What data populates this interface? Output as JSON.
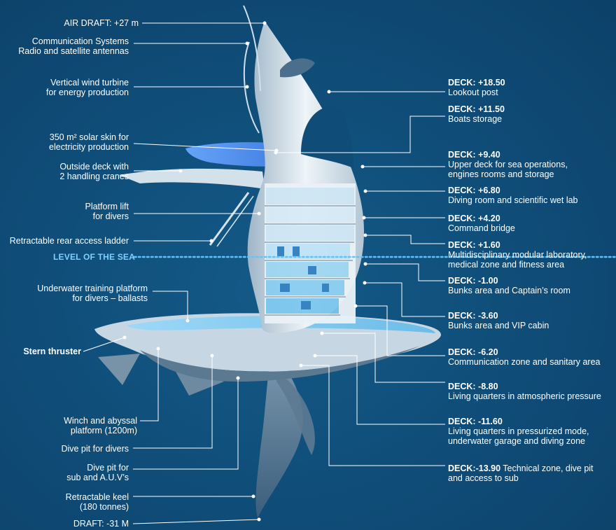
{
  "left_labels": [
    {
      "id": "air-draft",
      "lines": [
        "AIR DRAFT: +27 m"
      ]
    },
    {
      "id": "communication-systems",
      "lines": [
        "Communication Systems",
        "Radio and satellite antennas"
      ]
    },
    {
      "id": "wind-turbine",
      "lines": [
        "Vertical wind turbine",
        "for energy production"
      ]
    },
    {
      "id": "solar-skin",
      "lines": [
        "350 m² solar skin for",
        "electricity production"
      ]
    },
    {
      "id": "outside-deck",
      "lines": [
        "Outside deck with",
        "2 handling cranes"
      ]
    },
    {
      "id": "platform-lift",
      "lines": [
        "Platform lift",
        "for divers"
      ]
    },
    {
      "id": "rear-ladder",
      "lines": [
        "Retractable rear access ladder"
      ]
    },
    {
      "id": "training-platform",
      "lines": [
        "Underwater training platform",
        "for divers – ballasts"
      ]
    },
    {
      "id": "stern-thruster",
      "lines": [
        "Stern thruster"
      ]
    },
    {
      "id": "winch",
      "lines": [
        "Winch and abyssal",
        "platform (1200m)"
      ]
    },
    {
      "id": "dive-pit-divers",
      "lines": [
        "Dive pit for divers"
      ]
    },
    {
      "id": "dive-pit-sub",
      "lines": [
        "Dive pit for",
        "sub and A.U.V’s"
      ]
    },
    {
      "id": "keel",
      "lines": [
        "Retractable keel",
        "(180 tonnes)"
      ]
    },
    {
      "id": "draft",
      "lines": [
        "DRAFT: -31 M"
      ]
    }
  ],
  "sea_level_label": "LEVEL OF THE SEA",
  "decks": [
    {
      "id": "deck-18-50",
      "level": "DECK: +18.50",
      "desc": [
        "Lookout post"
      ]
    },
    {
      "id": "deck-11-50",
      "level": "DECK: +11.50",
      "desc": [
        "Boats storage"
      ]
    },
    {
      "id": "deck-9-40",
      "level": "DECK: +9.40",
      "desc": [
        "Upper deck for sea operations,",
        "engines rooms and storage"
      ]
    },
    {
      "id": "deck-6-80",
      "level": "DECK: +6.80",
      "desc": [
        "Diving room and scientific wet lab"
      ]
    },
    {
      "id": "deck-4-20",
      "level": "DECK: +4.20",
      "desc": [
        "Command bridge"
      ]
    },
    {
      "id": "deck-1-60",
      "level": "DECK: +1.60",
      "desc": [
        "Multidisciplinary modular laboratory,",
        "medical zone and fitness area"
      ]
    },
    {
      "id": "deck-m1-00",
      "level": "DECK: -1.00",
      "desc": [
        "Bunks area and Captain’s room"
      ]
    },
    {
      "id": "deck-m3-60",
      "level": "DECK: -3.60",
      "desc": [
        "Bunks area and VIP cabin"
      ]
    },
    {
      "id": "deck-m6-20",
      "level": "DECK: -6.20",
      "desc": [
        "Communication zone and sanitary area"
      ]
    },
    {
      "id": "deck-m8-80",
      "level": "DECK: -8.80",
      "desc": [
        "Living quarters in atmospheric pressure"
      ]
    },
    {
      "id": "deck-m11-60",
      "level": "DECK: -11.60",
      "desc": [
        "Living quarters in pressurized mode,",
        "underwater garage and diving zone"
      ]
    },
    {
      "id": "deck-m13-90",
      "level": "DECK:-13.90",
      "inline": " Technical zone, dive pit",
      "desc": [
        "and access to sub"
      ]
    }
  ],
  "colors": {
    "background": "#0f4c77",
    "sea_level": "#5fc3ff",
    "hull": "#dfe9f1",
    "leader": "#ffffff"
  }
}
